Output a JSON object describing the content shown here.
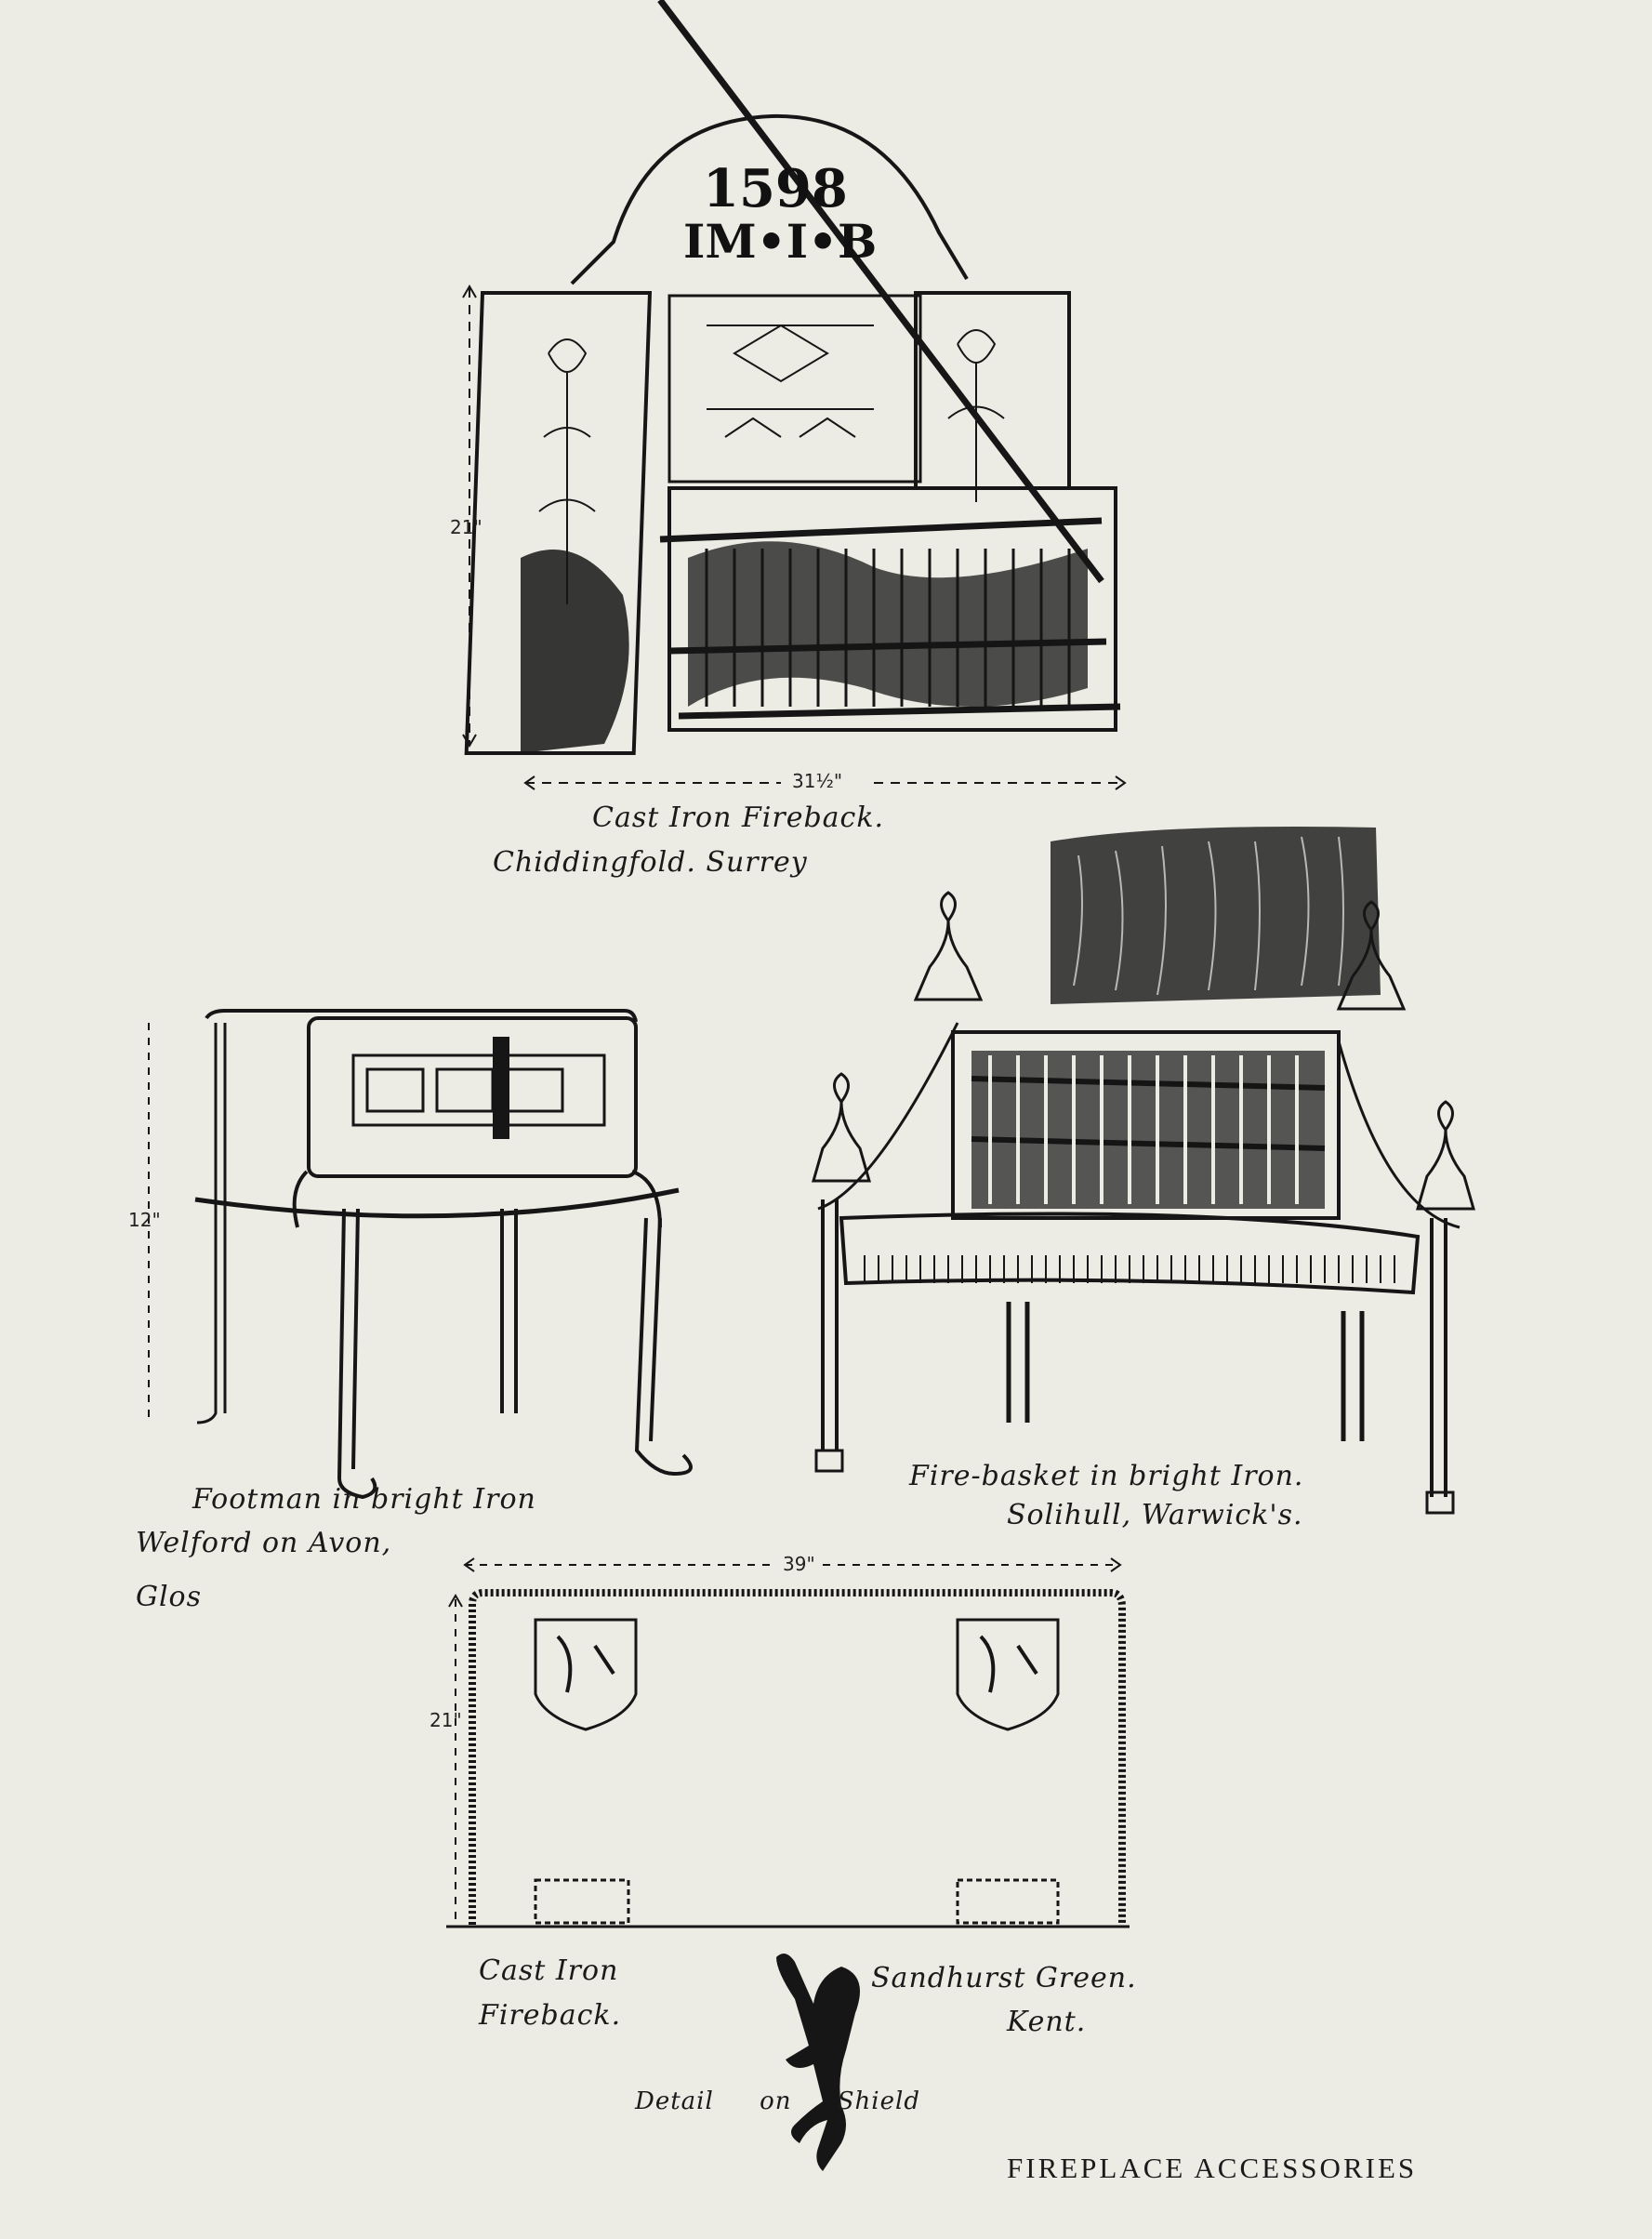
{
  "page_title": "FIREPLACE ACCESSORIES",
  "fireback_1": {
    "date": "1598",
    "initials": "IM•I•B",
    "height_label": "21\"",
    "width_label": "31½\"",
    "caption_line1": "Cast Iron Fireback.",
    "caption_line2": "Chiddingfold. Surrey"
  },
  "footman": {
    "height_label": "12\"",
    "caption_line1": "Footman in bright Iron",
    "caption_line2": "Welford on Avon,",
    "caption_line3": "Glos"
  },
  "fire_basket": {
    "caption_line1": "Fire-basket in bright Iron.",
    "caption_line2": "Solihull, Warwick's."
  },
  "fireback_2": {
    "width_label": "39\"",
    "height_label": "21\"",
    "caption_left_line1": "Cast Iron",
    "caption_left_line2": "Fireback.",
    "caption_right_line1": "Sandhurst Green.",
    "caption_right_line2": "Kent.",
    "detail_label": "Detail on Shield"
  },
  "colors": {
    "paper": "#ecebe4",
    "ink": "#161616"
  }
}
